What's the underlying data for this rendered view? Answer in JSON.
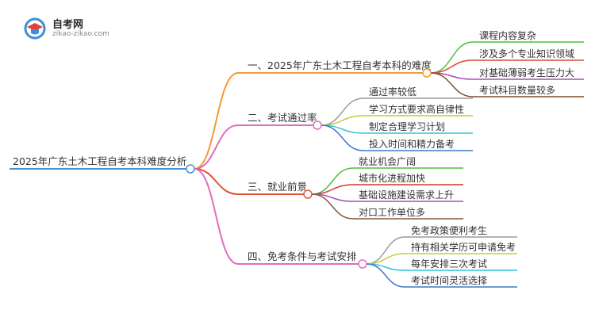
{
  "logo": {
    "title": "自考网",
    "subtitle": "zikao-zikao.com",
    "colors": {
      "blue": "#3d8fd6",
      "red": "#e0413a"
    }
  },
  "root": {
    "label": "2025年广东土木工程自考本科难度分析",
    "color": "#4a8fd6"
  },
  "branches": [
    {
      "label": "一、2025年广东土木工程自考本科的难度",
      "color": "#f29a38",
      "children": [
        {
          "label": "课程内容复杂",
          "color": "#4fbf3f"
        },
        {
          "label": "涉及多个专业知识领域",
          "color": "#d94b36"
        },
        {
          "label": "对基础薄弱考生压力大",
          "color": "#a64fb6"
        },
        {
          "label": "考试科目数量较多",
          "color": "#7a4c2a"
        }
      ]
    },
    {
      "label": "二、考试通过率",
      "color": "#e36cc0",
      "children": [
        {
          "label": "通过率较低",
          "color": "#9a9a9a"
        },
        {
          "label": "学习方式要求高自律性",
          "color": "#c8c83a"
        },
        {
          "label": "制定合理学习计划",
          "color": "#35c4d3"
        },
        {
          "label": "投入时间和精力备考",
          "color": "#3f78c8"
        }
      ]
    },
    {
      "label": "三、就业前景",
      "color": "#e0553a",
      "children": [
        {
          "label": "就业机会广阔",
          "color": "#4fbf3f"
        },
        {
          "label": "城市化进程加快",
          "color": "#d9342f"
        },
        {
          "label": "基础设施建设需求上升",
          "color": "#a64fb6"
        },
        {
          "label": "对口工作单位多",
          "color": "#8a5a3a"
        }
      ]
    },
    {
      "label": "四、免考条件与考试安排",
      "color": "#e36cc0",
      "children": [
        {
          "label": "免考政策便利考生",
          "color": "#9a9a9a"
        },
        {
          "label": "持有相关学历可申请免考",
          "color": "#c8c83a"
        },
        {
          "label": "每年安排三次考试",
          "color": "#35c4d3"
        },
        {
          "label": "考试时间灵活选择",
          "color": "#3f78c8"
        }
      ]
    }
  ]
}
